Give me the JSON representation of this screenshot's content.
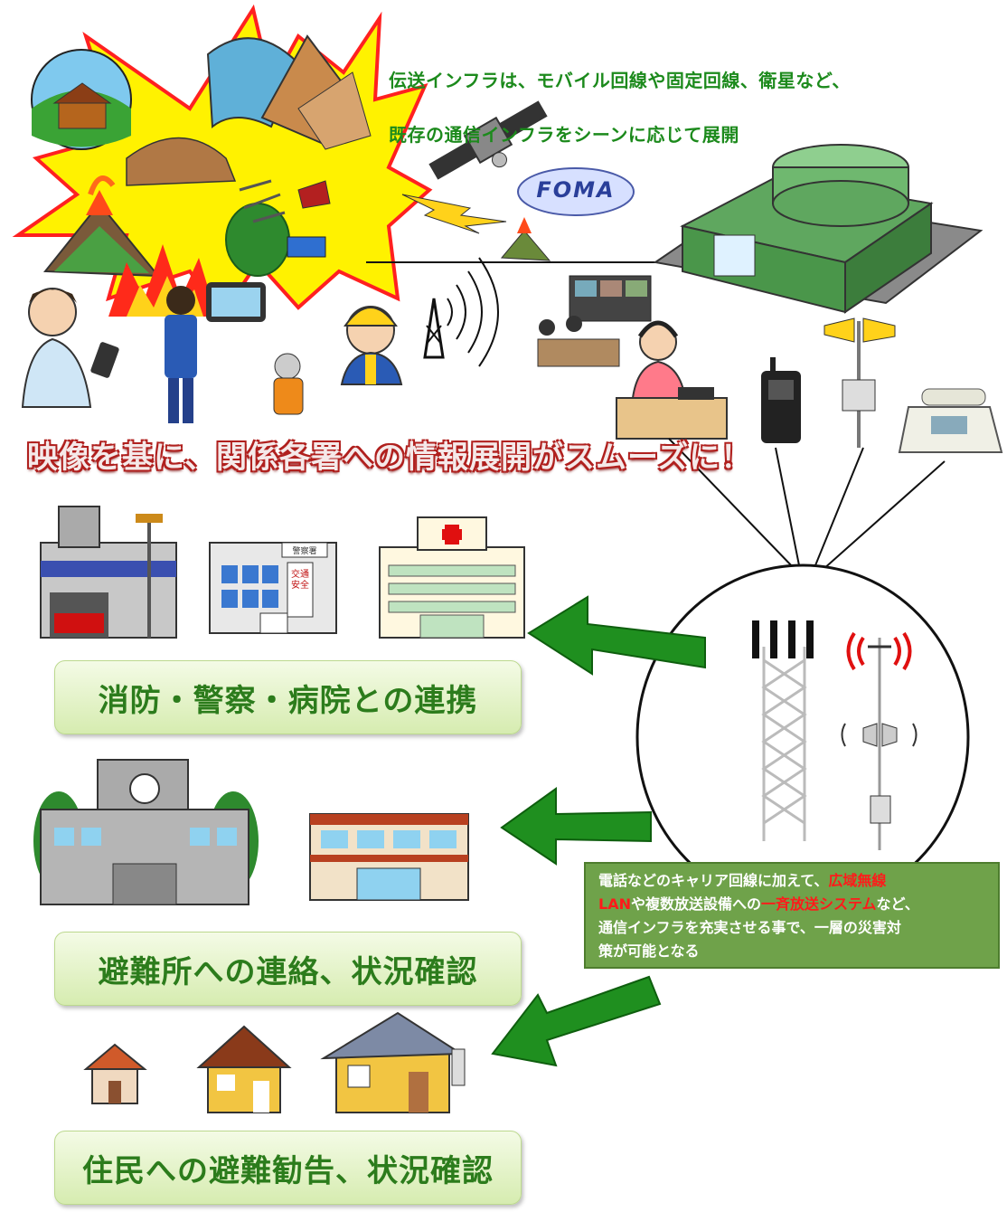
{
  "top_note": {
    "line1": "伝送インフラは、モバイル回線や固定回線、衛星など、",
    "line2": "既存の通信インフラをシーンに応じて展開"
  },
  "foma_label": "FOMA",
  "headline": "映像を基に、関係各署への情報展開がスムーズに！",
  "labels": {
    "fire_police_hospital": "消防・警察・病院との連携",
    "shelter": "避難所への連絡、状況確認",
    "residents": "住民への避難勧告、状況確認"
  },
  "buildings": {
    "police_sign": "警察署",
    "traffic_sign": "交通安全"
  },
  "info_box": {
    "p1": "電話などのキャリア回線に加えて、",
    "r1": "広域無線",
    "r2": "LAN",
    "p2": "や複数放送設備への",
    "r3": "一斉放送システム",
    "p3": "など、",
    "p4": "通信インフラを充実させる事で、一層の災害対",
    "p5": "策が可能となる"
  },
  "colors": {
    "green_text": "#1c8a1c",
    "arrow_green": "#1f8f1f",
    "burst_yellow": "#fff200",
    "burst_red": "#ff2020",
    "headline_red": "#b0201e",
    "info_bg": "#6fa24a",
    "highlight_red": "#ff1a1a"
  }
}
